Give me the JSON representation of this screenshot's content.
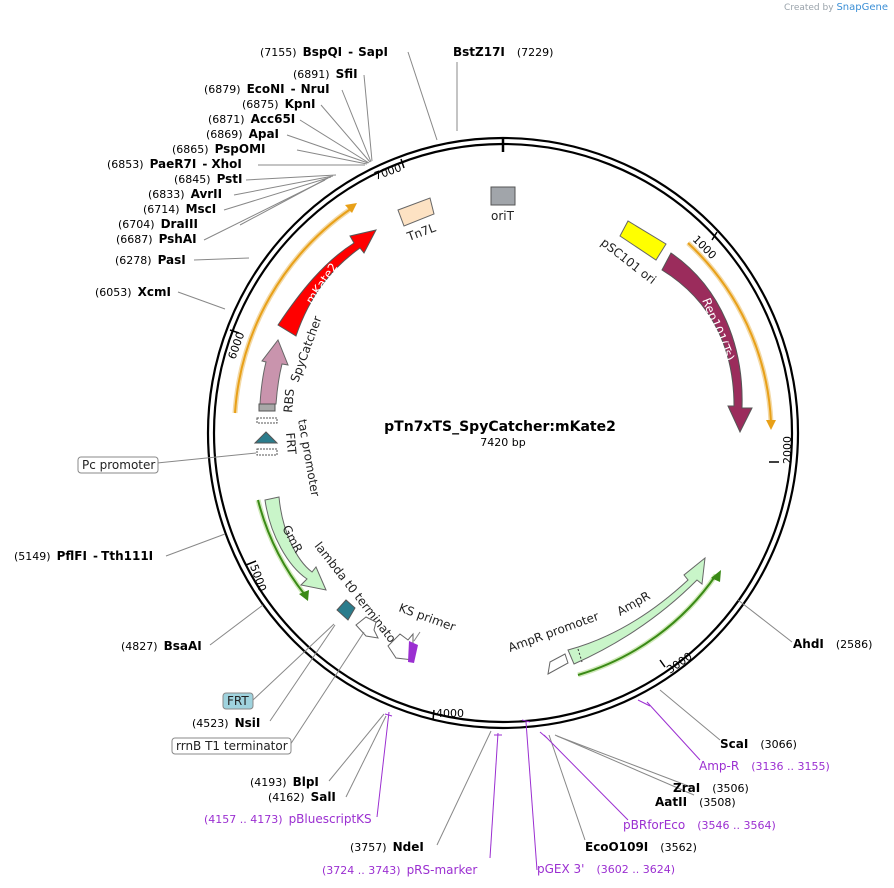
{
  "credit": {
    "prefix": "Created by",
    "brand": "SnapGene"
  },
  "plasmid": {
    "name": "pTn7xTS_SpyCatcher:mKate2",
    "length": "7420 bp"
  },
  "ticks": [
    "1000",
    "2000",
    "3000",
    "4000",
    "5000",
    "6000",
    "7000"
  ],
  "sites": [
    {
      "pos": "(7155)",
      "name": "BspQI",
      "name2": "SapI"
    },
    {
      "pos": "(7229)",
      "name": "BstZ17I"
    },
    {
      "pos": "(6891)",
      "name": "SfiI"
    },
    {
      "pos": "(6879)",
      "name": "EcoNI",
      "name2": "NruI"
    },
    {
      "pos": "(6875)",
      "name": "KpnI"
    },
    {
      "pos": "(6871)",
      "name": "Acc65I"
    },
    {
      "pos": "(6869)",
      "name": "ApaI"
    },
    {
      "pos": "(6865)",
      "name": "PspOMI"
    },
    {
      "pos": "(6853)",
      "name": "PaeR7I",
      "name2": "XhoI"
    },
    {
      "pos": "(6845)",
      "name": "PstI"
    },
    {
      "pos": "(6833)",
      "name": "AvrII"
    },
    {
      "pos": "(6714)",
      "name": "MscI"
    },
    {
      "pos": "(6704)",
      "name": "DraIII"
    },
    {
      "pos": "(6687)",
      "name": "PshAI"
    },
    {
      "pos": "(6278)",
      "name": "PasI"
    },
    {
      "pos": "(6053)",
      "name": "XcmI"
    },
    {
      "pos": "(5149)",
      "name": "PflFI",
      "name2": "Tth111I"
    },
    {
      "pos": "(4827)",
      "name": "BsaAI"
    },
    {
      "pos": "(4523)",
      "name": "NsiI"
    },
    {
      "pos": "(4193)",
      "name": "BlpI"
    },
    {
      "pos": "(4162)",
      "name": "SalI"
    },
    {
      "pos": "(3757)",
      "name": "NdeI"
    },
    {
      "pos": "(3562)",
      "name": "EcoO109I"
    },
    {
      "pos": "(3508)",
      "name": "AatII"
    },
    {
      "pos": "(3506)",
      "name": "ZraI"
    },
    {
      "pos": "(3066)",
      "name": "ScaI"
    },
    {
      "pos": "(2586)",
      "name": "AhdI"
    }
  ],
  "primers": [
    {
      "name": "Amp-R",
      "range": "(3136 .. 3155)"
    },
    {
      "name": "pBRforEco",
      "range": "(3546 .. 3564)"
    },
    {
      "name": "pGEX 3'",
      "range": "(3602 .. 3624)"
    },
    {
      "name": "pRS-marker",
      "range": "(3724 .. 3743)"
    },
    {
      "name": "pBluescriptKS",
      "range": "(4157 .. 4173)"
    }
  ],
  "features": {
    "oriT": "oriT",
    "tn7l": "Tn7L",
    "psc101": "pSC101 ori",
    "rep101": "Rep101(Ts)",
    "mkate2": "mKate2",
    "spycatcher": "SpyCatcher",
    "rbs": "RBS",
    "tac": "tac promoter",
    "frt": "FRT",
    "pc_promoter": "Pc promoter",
    "gmr": "GmR",
    "lambda": "lambda t0 terminator",
    "ks_primer": "KS primer",
    "ampr": "AmpR",
    "ampr_promoter": "AmpR promoter",
    "frt_box": "FRT",
    "rrnb": "rrnB T1 terminator"
  },
  "colors": {
    "mkate2": "#ff0000",
    "rep101": "#9b2c5c",
    "spycatcher": "#c994ad",
    "gmr": "#c9f5c9",
    "ampr": "#c9f5c9",
    "psc101": "#ffff00",
    "tn7l": "#fde2c3",
    "orit": "#a1a5aa",
    "frt": "#2b7c8c",
    "primer": "#9b2fd1",
    "orf_orange": "#e8a018",
    "orf_green": "#3a8a16"
  }
}
